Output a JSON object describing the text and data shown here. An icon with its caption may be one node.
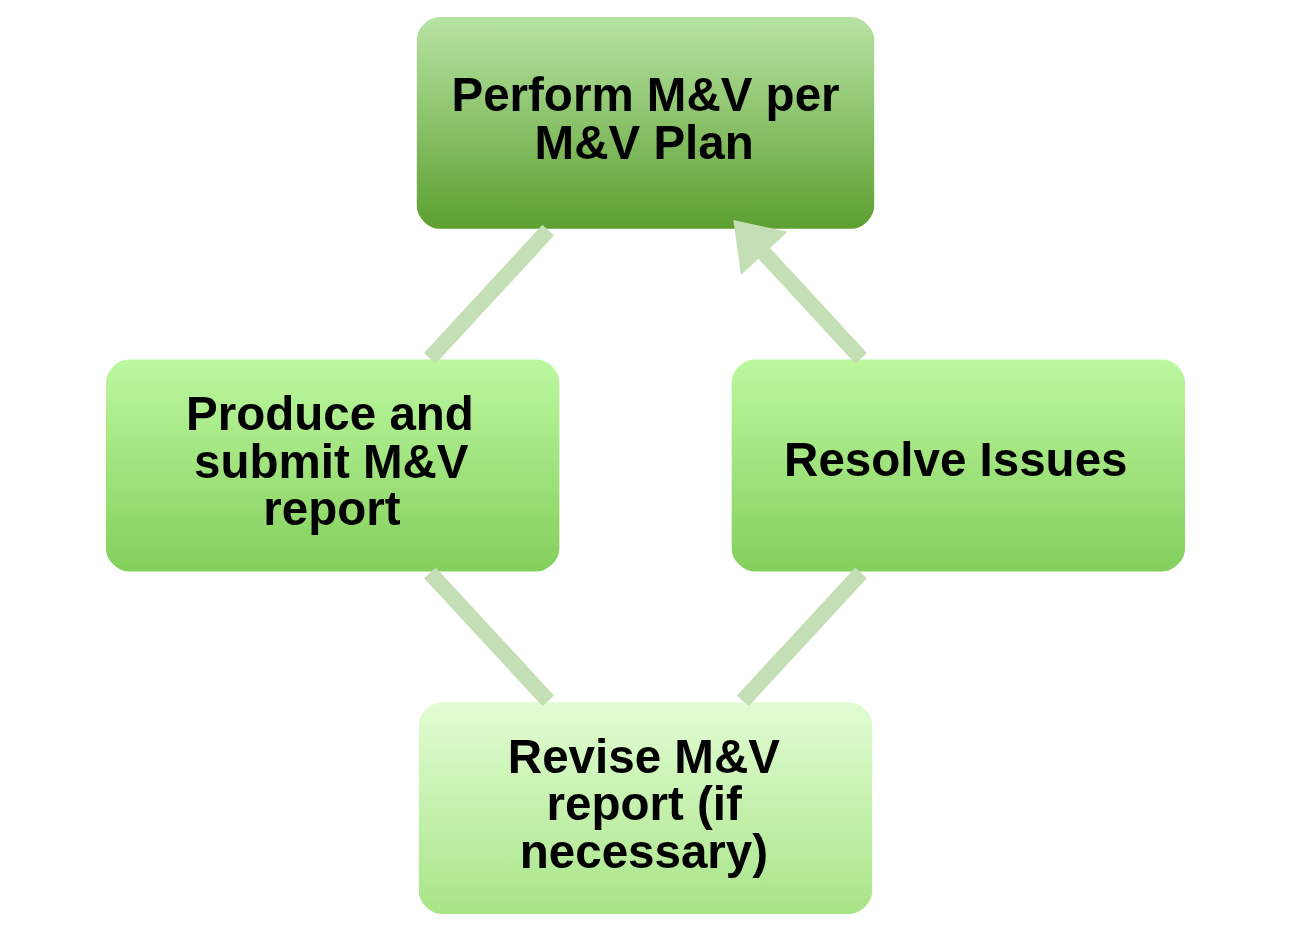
{
  "diagram": {
    "nodes": [
      {
        "text": [
          "Perform M&V per M&V Plan"
        ]
      },
      {
        "text": [
          "Produce and submit M&V report"
        ]
      },
      {
        "text": [
          "Revise M&V report (if necessary)"
        ]
      },
      {
        "text": [
          "Resolve Issues"
        ]
      }
    ],
    "edges": [
      {
        "from": 0,
        "to": 1,
        "arrow": "none"
      },
      {
        "from": 1,
        "to": 2,
        "arrow": "none"
      },
      {
        "from": 2,
        "to": 3,
        "arrow": "none"
      },
      {
        "from": 3,
        "to": 0,
        "arrow": "to"
      }
    ]
  }
}
